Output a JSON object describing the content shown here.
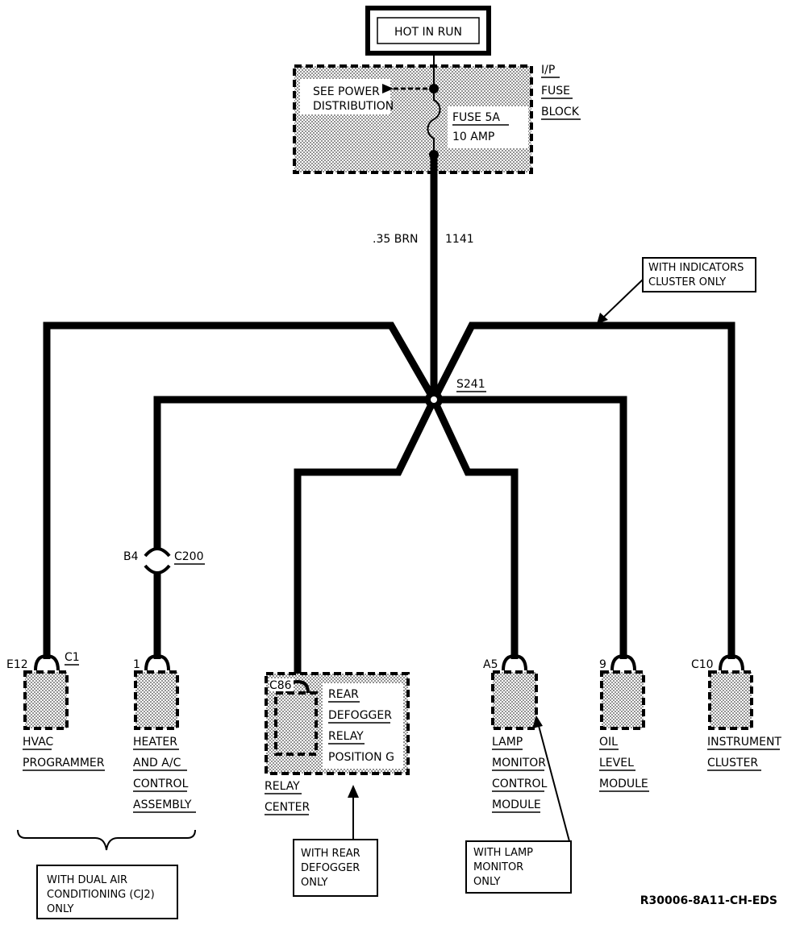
{
  "power_source": "HOT IN RUN",
  "fuse_block": {
    "label_lines": [
      "I/P",
      "FUSE",
      "BLOCK"
    ],
    "see_power_lines": [
      "SEE POWER",
      "DISTRIBUTION"
    ],
    "fuse_lines": [
      "FUSE 5A",
      "10 AMP"
    ]
  },
  "wire": {
    "gauge_color": ".35 BRN",
    "circuit": "1141"
  },
  "splice": "S241",
  "notes": {
    "indicators_lines": [
      "WITH INDICATORS",
      "CLUSTER ONLY"
    ],
    "dual_air_lines": [
      "WITH DUAL AIR",
      "CONDITIONING (CJ2)",
      "ONLY"
    ],
    "rear_defogger_lines": [
      "WITH REAR",
      "DEFOGGER",
      "ONLY"
    ],
    "lamp_monitor_lines": [
      "WITH LAMP",
      "MONITOR",
      "ONLY"
    ]
  },
  "inline_connector": {
    "pin": "B4",
    "name": "C200"
  },
  "components": {
    "hvac": {
      "pin": "E12",
      "connector": "C1",
      "name_lines": [
        "HVAC",
        "PROGRAMMER"
      ]
    },
    "heater": {
      "pin": "1",
      "name_lines": [
        "HEATER",
        "AND A/C",
        "CONTROL",
        "ASSEMBLY"
      ]
    },
    "relay": {
      "pin": "C86",
      "name_lines": [
        "REAR",
        "DEFOGGER",
        "RELAY",
        "POSITION G"
      ],
      "center_lines": [
        "RELAY",
        "CENTER"
      ]
    },
    "lamp_monitor": {
      "pin": "A5",
      "name_lines": [
        "LAMP",
        "MONITOR",
        "CONTROL",
        "MODULE"
      ]
    },
    "oil_level": {
      "pin": "9",
      "name_lines": [
        "OIL",
        "LEVEL",
        "MODULE"
      ]
    },
    "cluster": {
      "pin": "C10",
      "name_lines": [
        "INSTRUMENT",
        "CLUSTER"
      ]
    }
  },
  "figure_id": "R30006-8A11-CH-EDS"
}
